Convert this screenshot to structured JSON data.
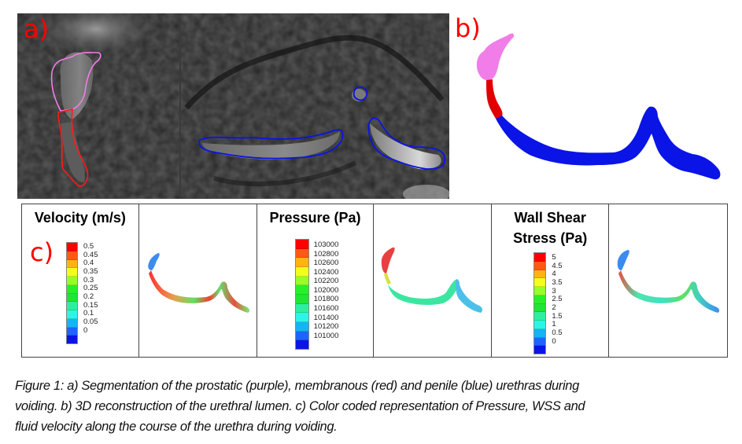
{
  "panels": {
    "a": {
      "label": "a)"
    },
    "b": {
      "label": "b)"
    },
    "c": {
      "label": "c)"
    }
  },
  "colors": {
    "prostatic": "#f07de8",
    "membranous": "#ff1a1a",
    "penile": "#0a14e6",
    "label_red": "#ff0000"
  },
  "legends": [
    {
      "id": "velocity",
      "title_lines": [
        "Velocity (m/s)"
      ],
      "ticks": [
        "0.5",
        "0.45",
        "0.4",
        "0.35",
        "0.3",
        "0.25",
        "0.2",
        "0.15",
        "0.1",
        "0.05",
        "0"
      ]
    },
    {
      "id": "pressure",
      "title_lines": [
        "Pressure (Pa)"
      ],
      "ticks": [
        "103000",
        "102800",
        "102600",
        "102400",
        "102200",
        "102000",
        "101800",
        "101600",
        "101400",
        "101200",
        "101000"
      ]
    },
    {
      "id": "wss",
      "title_lines": [
        "Wall Shear",
        "Stress (Pa)"
      ],
      "ticks": [
        "5",
        "4.5",
        "4",
        "3.5",
        "3",
        "2.5",
        "2",
        "1.5",
        "1",
        "0.5",
        "0"
      ]
    }
  ],
  "colormap": [
    "#ff0000",
    "#ff5a14",
    "#ffb414",
    "#f0ff1e",
    "#96ff28",
    "#28f028",
    "#1ee632",
    "#2cf0a0",
    "#2cf5e6",
    "#14b4f5",
    "#1e64ff",
    "#0a14e6"
  ],
  "caption": {
    "lines": [
      "Figure 1: a) Segmentation of the prostatic (purple), membranous (red) and penile (blue) urethras during",
      "voiding. b) 3D reconstruction of the urethral lumen. c) Color coded representation of Pressure, WSS and",
      "fluid velocity along the course of the urethra during voiding."
    ]
  }
}
